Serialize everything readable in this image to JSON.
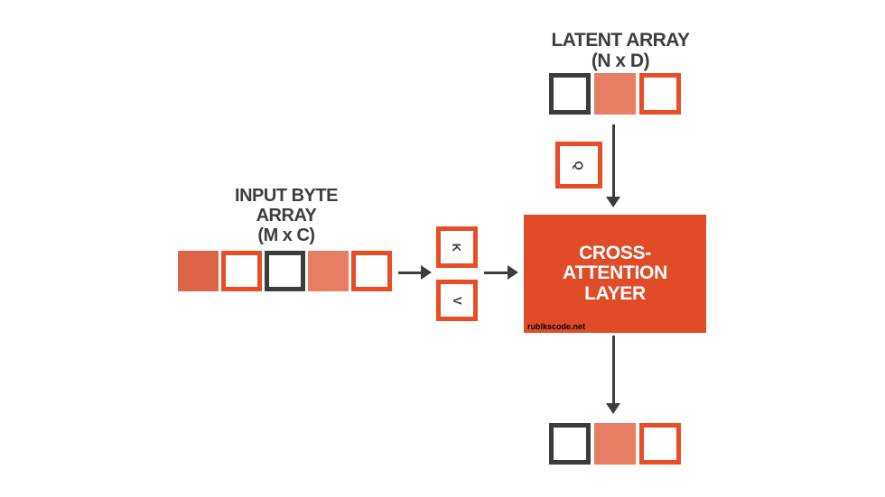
{
  "colors": {
    "accent_orange": "#e84d26",
    "attention_box_orange": "#e04c28",
    "salmon_fill": "#e87e63",
    "dark_orange_fill": "#dc6448",
    "dark_gray": "#3b3c3e",
    "background": "#ffffff"
  },
  "latent_array": {
    "title_line1": "LATENT ARRAY",
    "title_line2": "(N x D)",
    "cells": [
      "outline-dark",
      "fill-salmon",
      "outline-orange"
    ]
  },
  "input_array": {
    "title_line1": "INPUT BYTE",
    "title_line2": "ARRAY",
    "title_line3": "(M x C)",
    "cells": [
      "fill-orange",
      "outline-orange",
      "outline-dark",
      "fill-salmon",
      "outline-orange"
    ]
  },
  "qkv": {
    "q_label": "Q",
    "k_label": "K",
    "v_label": "V"
  },
  "attention_layer": {
    "line1": "CROSS-",
    "line2": "ATTENTION",
    "line3": "LAYER",
    "watermark": "rubikscode.net"
  },
  "output_array": {
    "cells": [
      "outline-dark",
      "fill-salmon",
      "outline-orange"
    ]
  }
}
